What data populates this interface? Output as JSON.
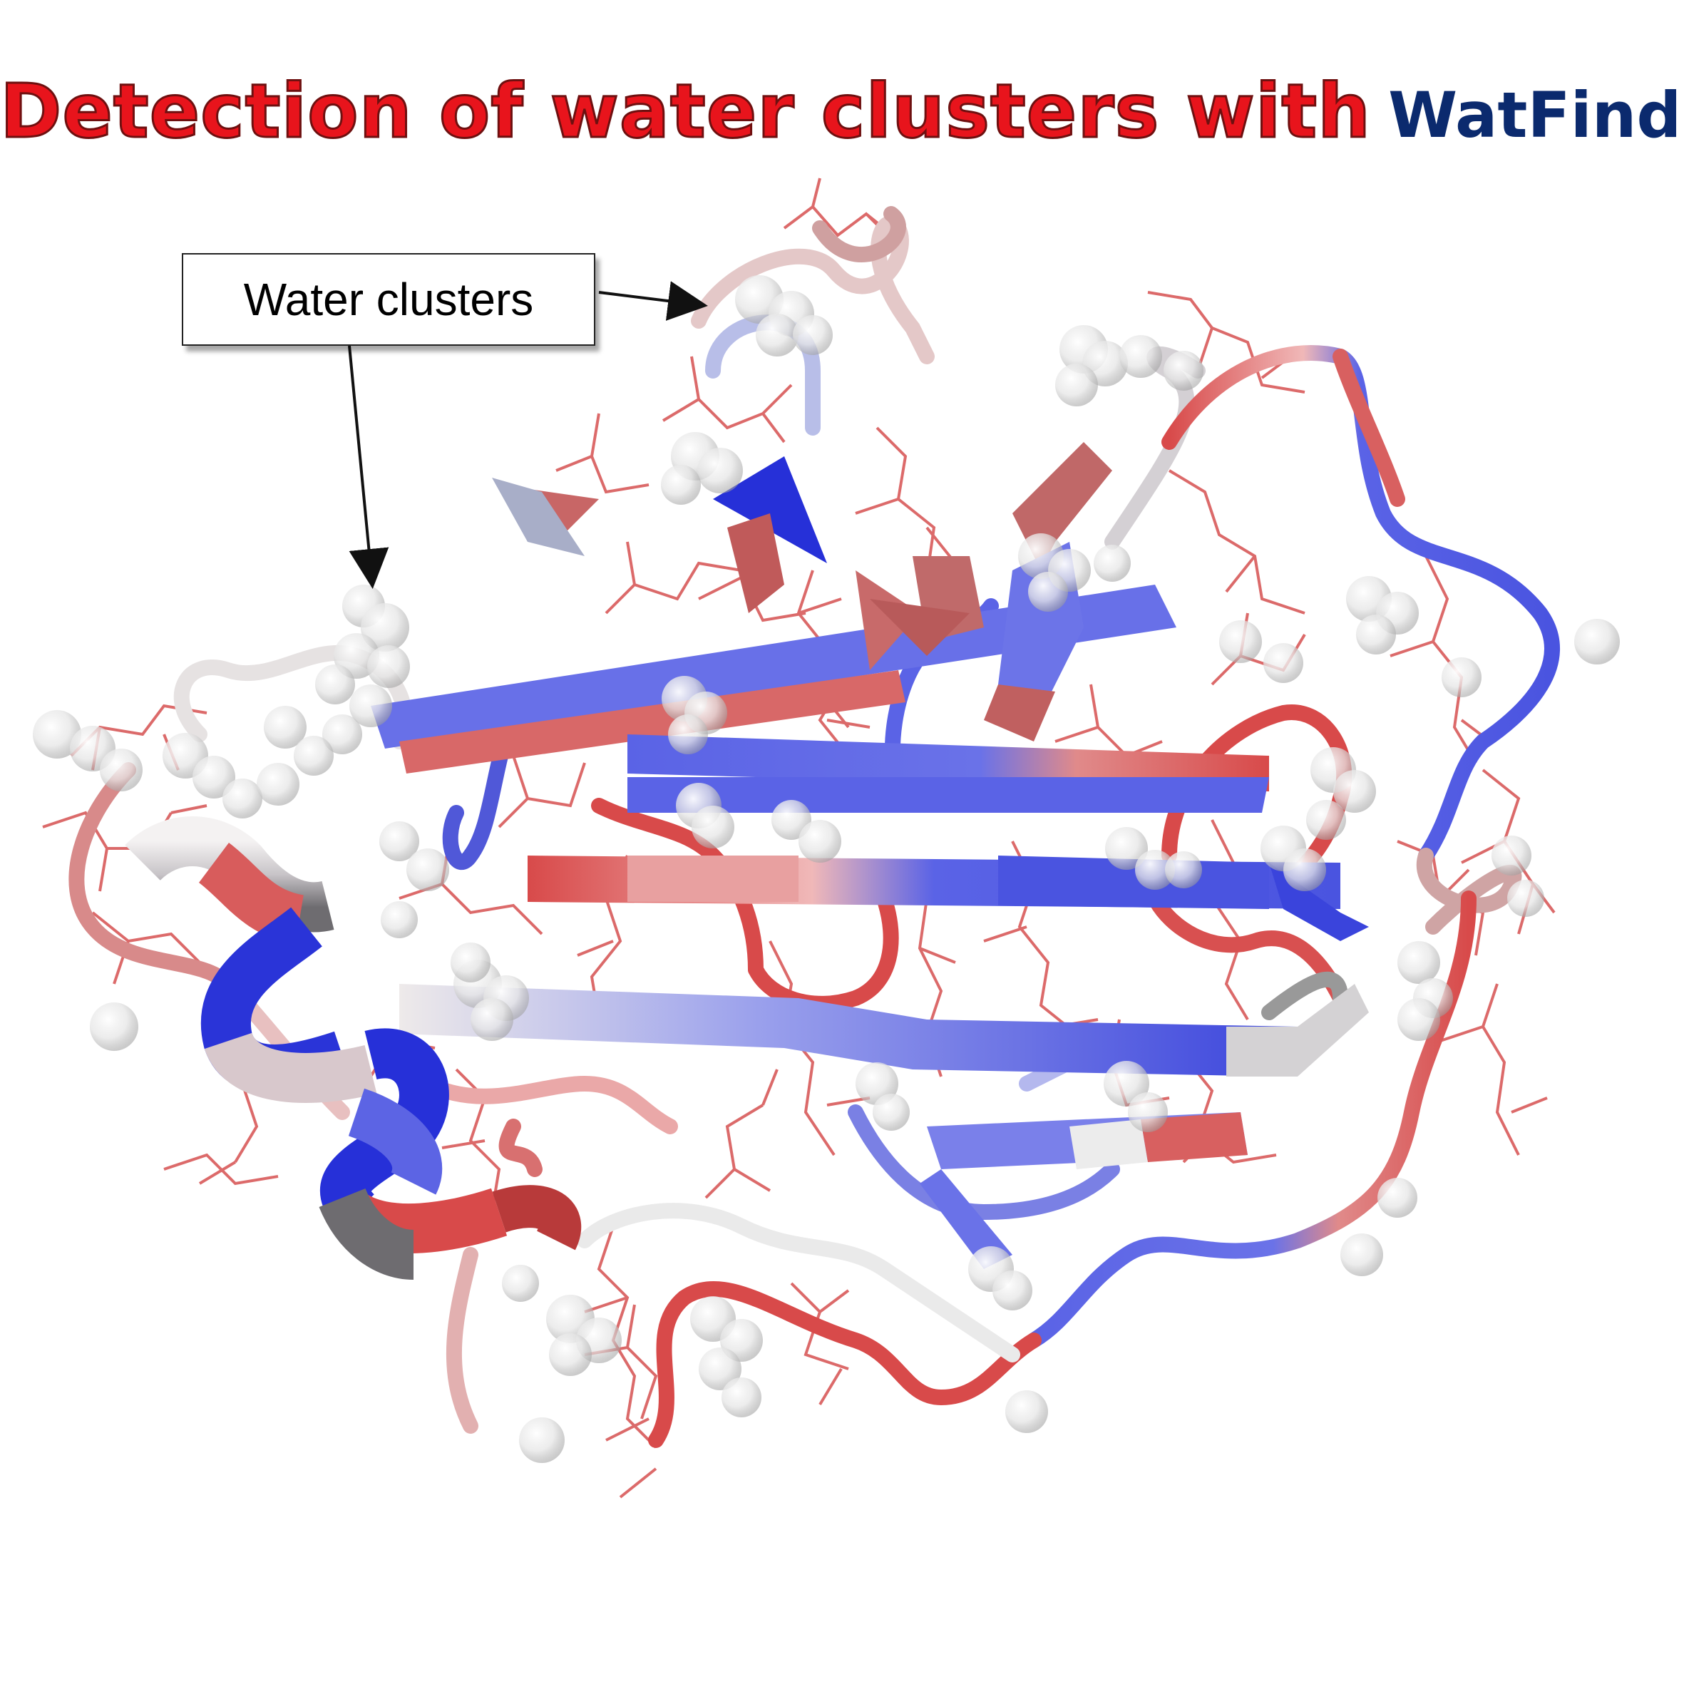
{
  "title": {
    "main": "Detection of water clusters with",
    "brand": "WatFinder"
  },
  "callout": {
    "label": "Water clusters"
  },
  "colors": {
    "title_red": "#e8141c",
    "title_blue": "#0b2a6e",
    "strand_blue": "#5a63e6",
    "deep_blue": "#1a24d8",
    "strand_red": "#d84a4a",
    "sidechain_red": "#d85a5a",
    "coil_white": "#e8e4e4",
    "water_sphere": "#f2f2f2"
  },
  "icons": [
    "protein-ribbon",
    "water-sphere",
    "arrow"
  ]
}
